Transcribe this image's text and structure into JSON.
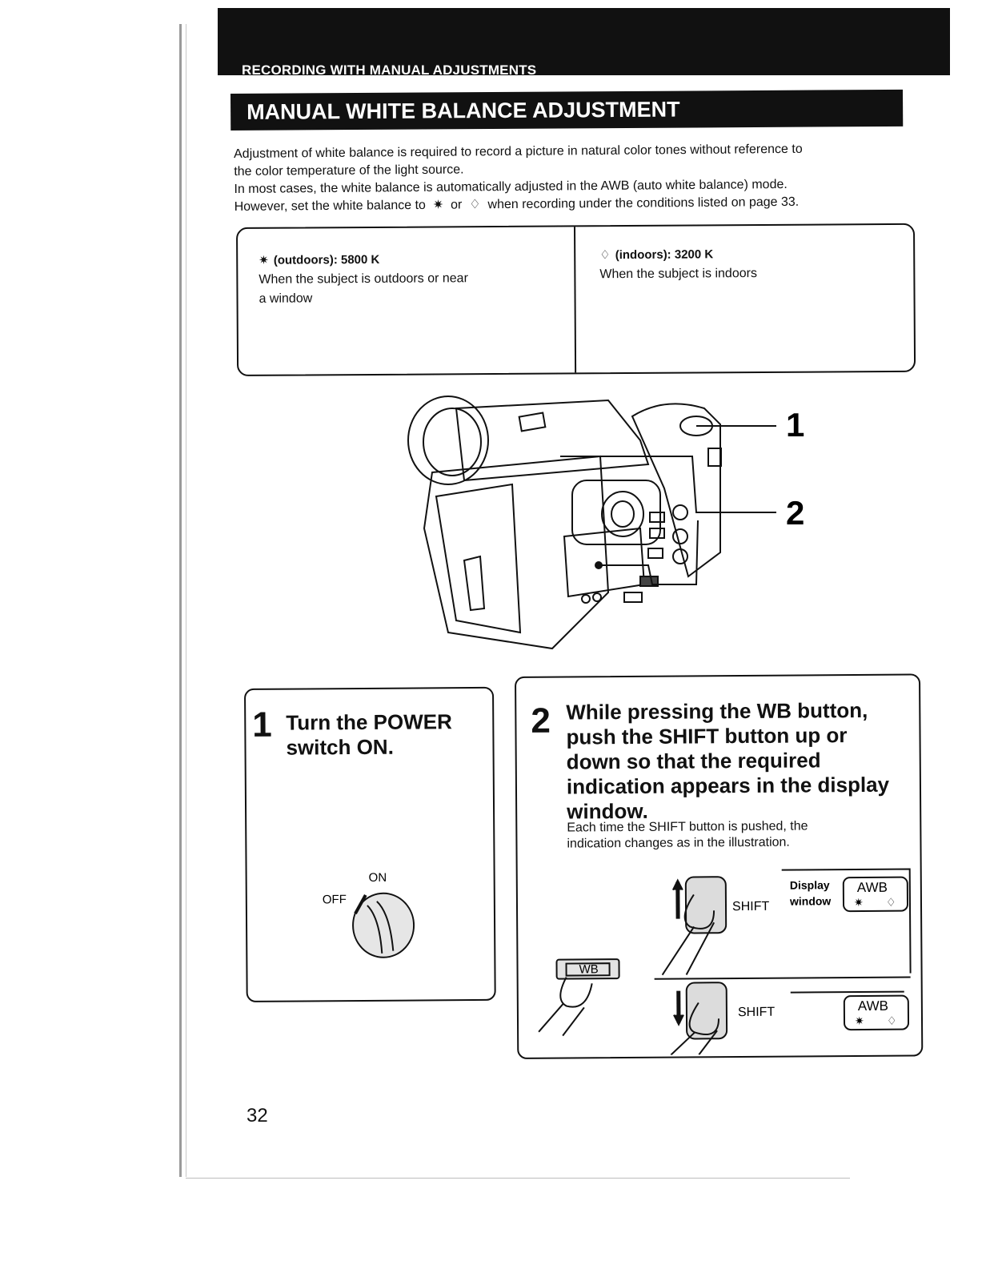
{
  "header": {
    "section": "RECORDING WITH MANUAL ADJUSTMENTS",
    "title": "MANUAL WHITE BALANCE ADJUSTMENT"
  },
  "intro": {
    "line1": "Adjustment of white balance is required to record a picture in natural color tones without reference to",
    "line2": "the color temperature of the light source.",
    "line3": "In most cases, the white balance is automatically adjusted in the AWB (auto white balance) mode.",
    "line4_a": "However, set the white balance to",
    "line4_or": "or",
    "line4_b": "when recording under the conditions listed on page 33."
  },
  "modes": {
    "outdoor": {
      "icon": "sun-icon",
      "heading": "(outdoors):  5800  K",
      "desc1": "When the subject is outdoors or near",
      "desc2": "a window"
    },
    "indoor": {
      "icon": "bulb-icon",
      "heading": "(indoors):  3200  K",
      "desc1": "When the subject is indoors"
    }
  },
  "figure": {
    "callout1": "1",
    "callout2": "2"
  },
  "step1": {
    "number": "1",
    "title_line1": "Turn the POWER",
    "title_line2": "switch ON.",
    "on_label": "ON",
    "off_label": "OFF"
  },
  "step2": {
    "number": "2",
    "title_line1": "While pressing the WB button,",
    "title_line2": "push the SHIFT button up or",
    "title_line3": "down so that the required",
    "title_line4": "indication appears in the display",
    "title_line5": "window.",
    "note_line1": "Each time the SHIFT button is pushed, the",
    "note_line2": "indication changes as in the illustration.",
    "shift_label": "SHIFT",
    "display_label_1": "Display",
    "display_label_2": "window",
    "awb_label": "AWB",
    "wb_label": "WB"
  },
  "page_number": "32"
}
